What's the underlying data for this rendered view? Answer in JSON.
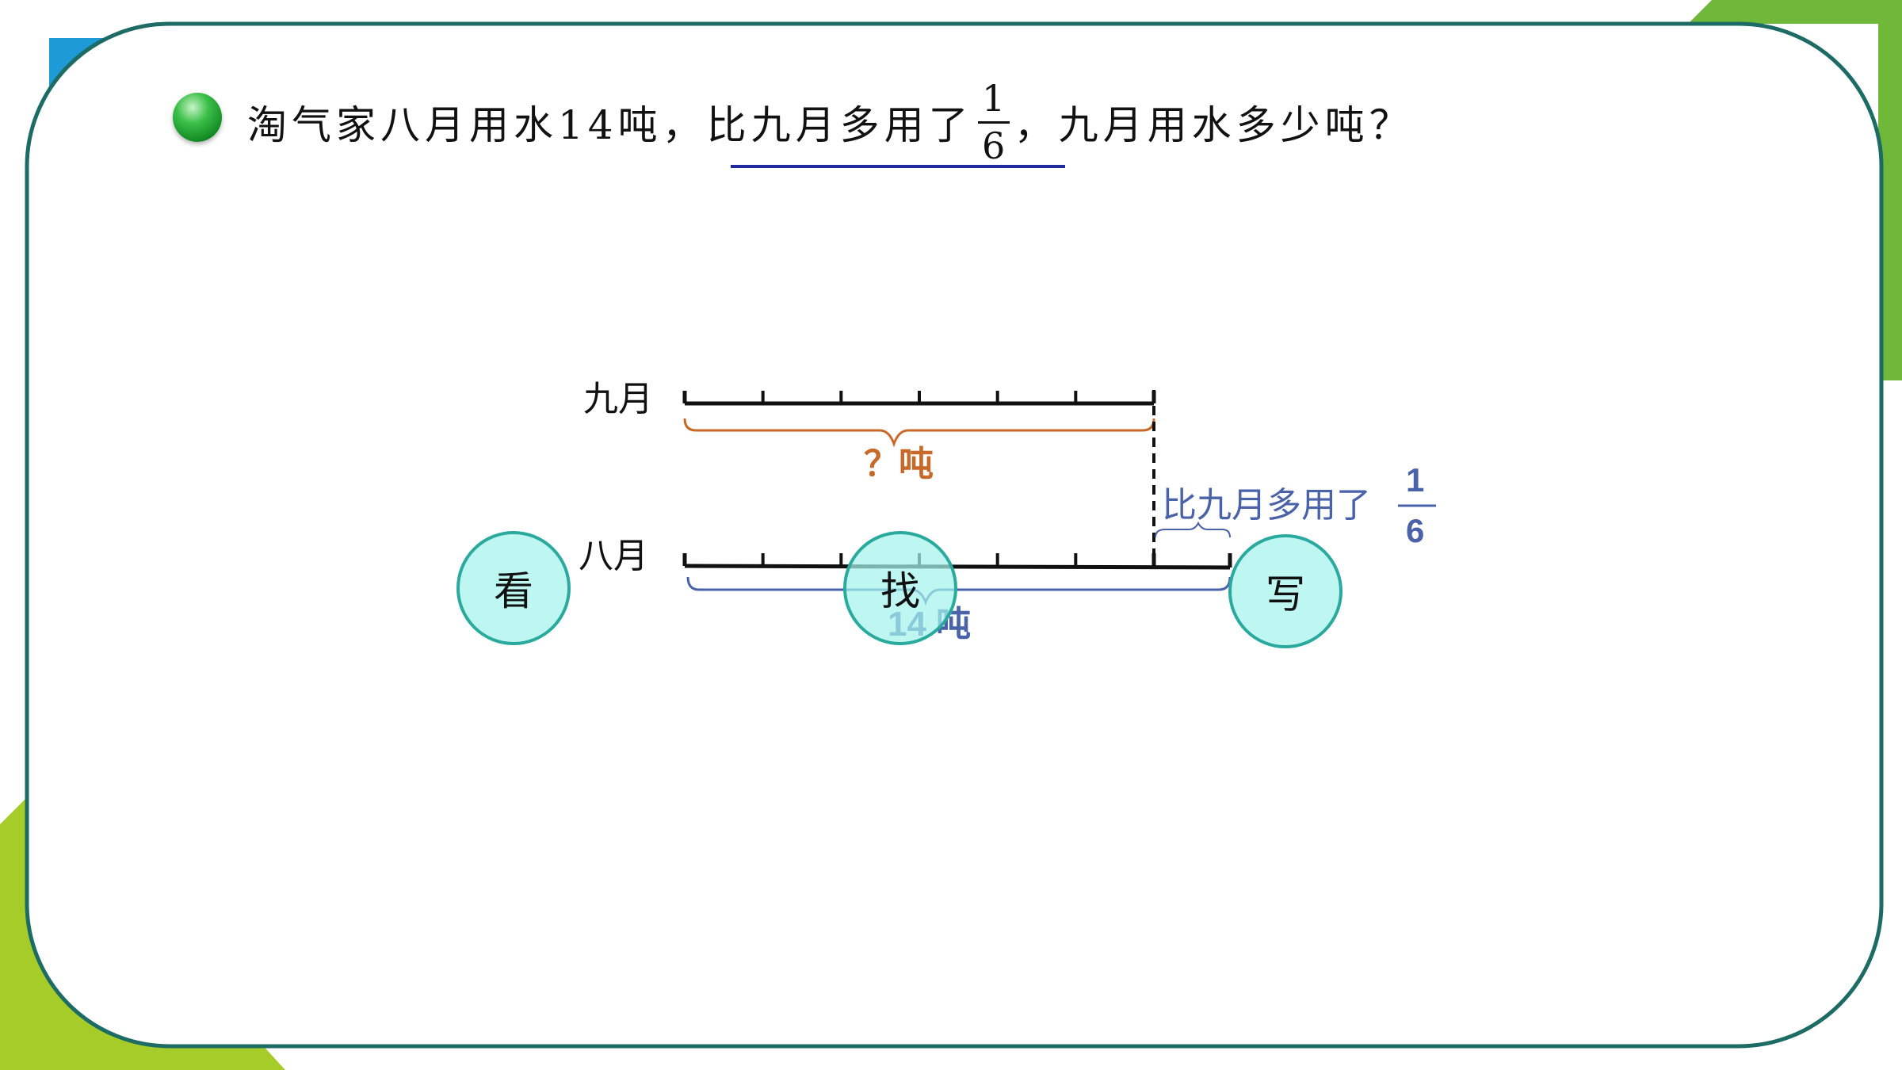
{
  "question": {
    "text_before": "淘气家八月用水14吨，",
    "text_underlined": "比九月多用了",
    "fraction": {
      "numerator": "1",
      "denominator": "6"
    },
    "text_after": "，九月用水多少吨？"
  },
  "diagram": {
    "september_label": "九月",
    "august_label": "八月",
    "september_brace_label": "？吨",
    "august_brace_label": "14 吨",
    "extra_label": "比九月多用了",
    "extra_fraction": {
      "numerator": "1",
      "denominator": "6"
    },
    "segments_in_september": 6,
    "colors": {
      "orange": "#c8692a",
      "blue": "#4a62a8",
      "frame": "#1d6b65",
      "green": "#6fb83a"
    }
  },
  "buttons": {
    "look": "看",
    "find": "找",
    "write": "写"
  }
}
